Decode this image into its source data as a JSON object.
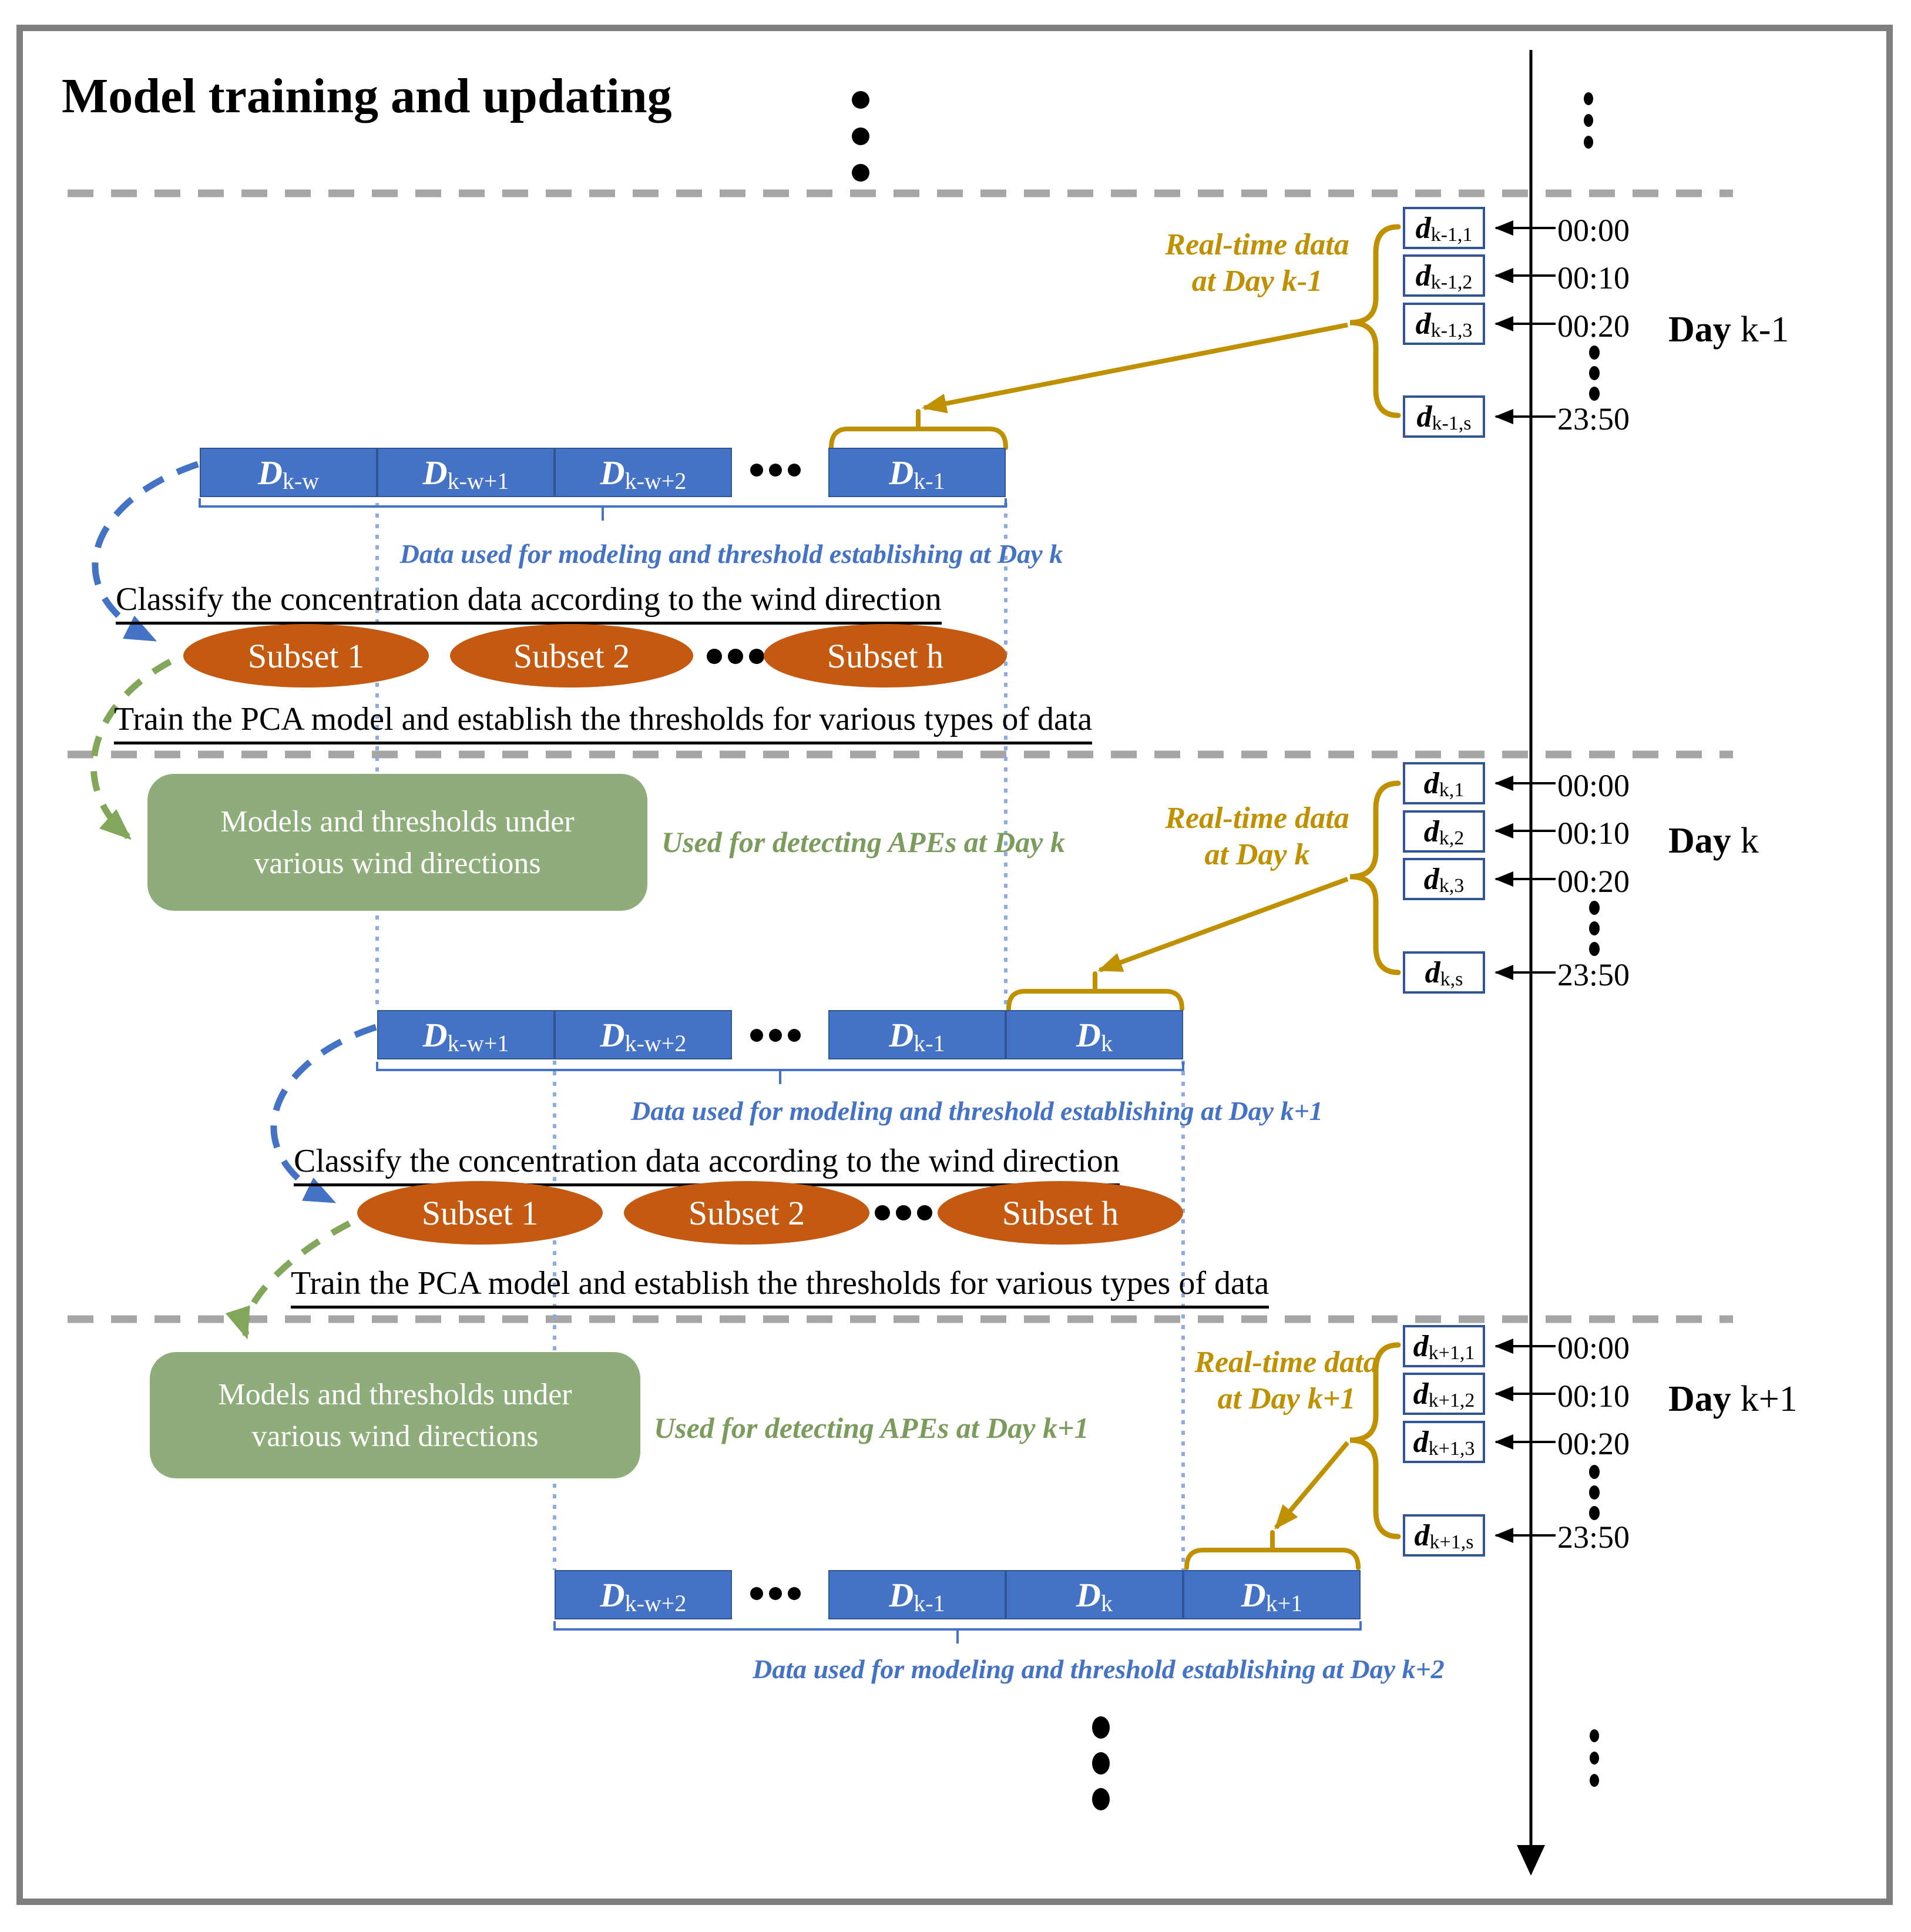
{
  "title": "Model training and updating",
  "colors": {
    "bar_blue": "#4472C4",
    "caption_blue": "#4472C4",
    "box_border_blue": "#2F5597",
    "subset_orange": "#C45911",
    "green_box": "#8FAD7A",
    "green_text": "#7C9C5E",
    "gold": "#BF9000",
    "separator_gray": "#A6A6A6",
    "connector_dotted_blue": "#8FAADC",
    "dashed_arrow_blue": "#4472C4",
    "dashed_arrow_green": "#82A75B",
    "frame_gray": "#7F7F7F"
  },
  "icons": {
    "horizontal_ellipsis": "•••",
    "vertical_ellipsis": "⋮"
  },
  "sections": [
    {
      "day_word": "Day",
      "day_suffix": "k-1",
      "realtime_line1": "Real-time data",
      "realtime_line2": "at Day k-1",
      "dboxes": [
        {
          "base": "d",
          "sub": "k-1,1"
        },
        {
          "base": "d",
          "sub": "k-1,2"
        },
        {
          "base": "d",
          "sub": "k-1,3"
        },
        {
          "base": "d",
          "sub": "k-1,s"
        }
      ],
      "times": [
        "00:00",
        "00:10",
        "00:20",
        "23:50"
      ],
      "bar_segments": [
        {
          "base": "D",
          "sub": "k-w"
        },
        {
          "base": "D",
          "sub": "k-w+1"
        },
        {
          "base": "D",
          "sub": "k-w+2"
        },
        {
          "base": "D",
          "sub": "k-1"
        }
      ],
      "caption": "Data used for modeling and threshold establishing at Day k",
      "classify": "Classify the concentration data according to the wind direction",
      "subsets": [
        "Subset 1",
        "Subset 2",
        "Subset h"
      ],
      "train": "Train the PCA model and establish the thresholds for various types of data"
    },
    {
      "day_word": "Day",
      "day_suffix": "k",
      "realtime_line1": "Real-time data",
      "realtime_line2": "at Day k",
      "green_box": {
        "line1": "Models and thresholds under",
        "line2": "various wind directions"
      },
      "used_for": "Used for detecting APEs at Day k",
      "dboxes": [
        {
          "base": "d",
          "sub": "k,1"
        },
        {
          "base": "d",
          "sub": "k,2"
        },
        {
          "base": "d",
          "sub": "k,3"
        },
        {
          "base": "d",
          "sub": "k,s"
        }
      ],
      "times": [
        "00:00",
        "00:10",
        "00:20",
        "23:50"
      ],
      "bar_segments": [
        {
          "base": "D",
          "sub": "k-w+1"
        },
        {
          "base": "D",
          "sub": "k-w+2"
        },
        {
          "base": "D",
          "sub": "k-1"
        },
        {
          "base": "D",
          "sub": "k"
        }
      ],
      "caption": "Data used for modeling and threshold establishing at Day k+1",
      "classify": "Classify the concentration data according to the wind direction",
      "subsets": [
        "Subset 1",
        "Subset 2",
        "Subset h"
      ],
      "train": "Train the PCA model and establish the thresholds for various types of data"
    },
    {
      "day_word": "Day",
      "day_suffix": "k+1",
      "realtime_line1": "Real-time data",
      "realtime_line2": "at Day k+1",
      "green_box": {
        "line1": "Models and thresholds under",
        "line2": "various wind directions"
      },
      "used_for": "Used for detecting APEs at Day k+1",
      "dboxes": [
        {
          "base": "d",
          "sub": "k+1,1"
        },
        {
          "base": "d",
          "sub": "k+1,2"
        },
        {
          "base": "d",
          "sub": "k+1,3"
        },
        {
          "base": "d",
          "sub": "k+1,s"
        }
      ],
      "times": [
        "00:00",
        "00:10",
        "00:20",
        "23:50"
      ],
      "bar_segments": [
        {
          "base": "D",
          "sub": "k-w+2"
        },
        {
          "base": "D",
          "sub": "k-1"
        },
        {
          "base": "D",
          "sub": "k"
        },
        {
          "base": "D",
          "sub": "k+1"
        }
      ],
      "caption": "Data used for modeling and threshold establishing at Day k+2"
    }
  ]
}
